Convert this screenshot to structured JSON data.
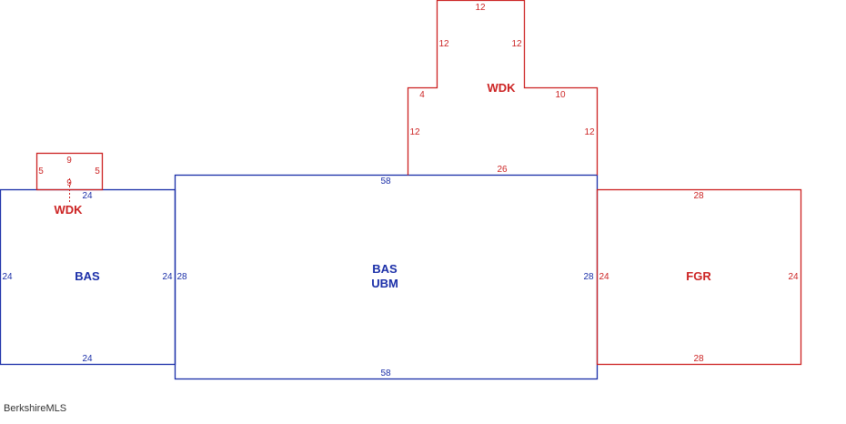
{
  "colors": {
    "main": "#1a2ea8",
    "addition": "#cc2222"
  },
  "areas": {
    "bas_left": {
      "label": "BAS",
      "top": "24",
      "bottom": "24",
      "left": "24",
      "right": "24"
    },
    "bas_main": {
      "label1": "BAS",
      "label2": "UBM",
      "top": "58",
      "bottom": "58",
      "left": "28",
      "right": "28"
    },
    "fgr": {
      "label": "FGR",
      "top": "28",
      "bottom": "28",
      "left": "24",
      "right": "24"
    },
    "wdk_small": {
      "label": "WDK",
      "top": "9",
      "bottom": "9",
      "left": "5",
      "right": "5"
    },
    "wdk_top": {
      "label": "WDK",
      "top": "12",
      "upper_left": "12",
      "upper_right": "12",
      "step_left": "4",
      "step_right": "10",
      "lower_left": "12",
      "lower_right": "12",
      "bottom": "26"
    }
  },
  "footer": {
    "source": "BerkshireMLS"
  }
}
